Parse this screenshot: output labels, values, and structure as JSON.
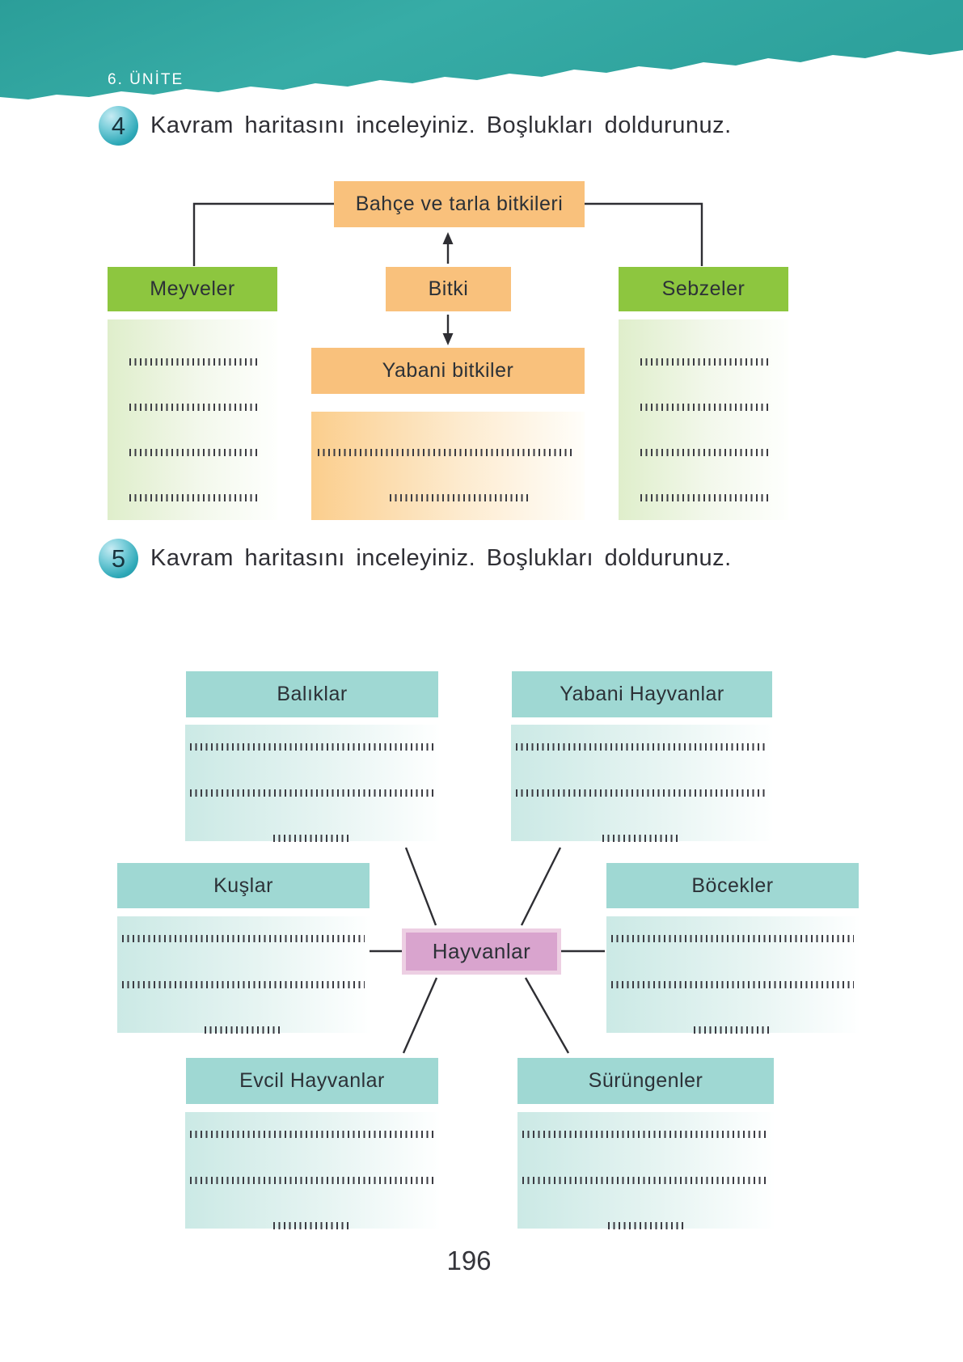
{
  "page": {
    "unit_label": "6. ÜNİTE",
    "page_number": "196"
  },
  "questions": [
    {
      "number": "4",
      "text": "Kavram haritasını inceleyiniz. Boşlukları doldurunuz."
    },
    {
      "number": "5",
      "text": "Kavram haritasını inceleyiniz. Boşlukları doldurunuz."
    }
  ],
  "map1": {
    "root": "Bahçe ve tarla bitkileri",
    "left": "Meyveler",
    "center": "Bitki",
    "right": "Sebzeler",
    "bottom": "Yabani bitkiler"
  },
  "map2": {
    "center": "Hayvanlar",
    "top_left": "Balıklar",
    "top_right": "Yabani Hayvanlar",
    "mid_left": "Kuşlar",
    "mid_right": "Böcekler",
    "bottom_left": "Evcil Hayvanlar",
    "bottom_right": "Sürüngenler"
  },
  "colors": {
    "header_teal": "#2FA5A0",
    "badge_teal": "#2FA9B8",
    "node_orange": "#F9C17C",
    "node_green": "#8DC63F",
    "node_teal": "#9FD8D3",
    "node_pink": "#D9A4CE",
    "line": "#2E2E33"
  }
}
